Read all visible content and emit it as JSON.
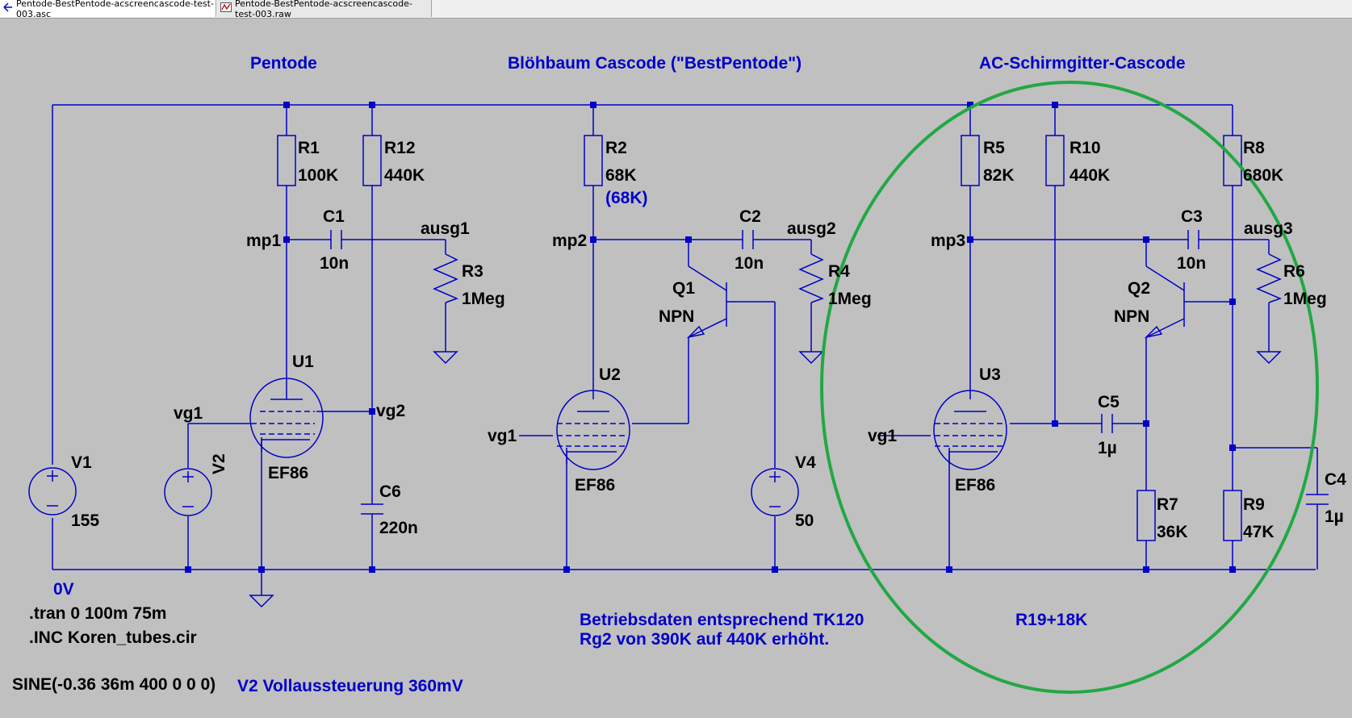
{
  "tabs": [
    {
      "label": "Pentode-BestPentode-acscreencascode-test-003.asc",
      "icon": "schematic-icon"
    },
    {
      "label": "Pentode-BestPentode-acscreencascode-test-003.raw",
      "icon": "waveform-icon"
    }
  ],
  "headings": {
    "pentode": "Pentode",
    "bloehbaum": "Blöhbaum Cascode (\"BestPentode\")",
    "acscreen": "AC-Schirmgitter-Cascode"
  },
  "components": {
    "R1": {
      "name": "R1",
      "value": "100K"
    },
    "R12": {
      "name": "R12",
      "value": "440K"
    },
    "R2": {
      "name": "R2",
      "value": "68K",
      "note": "(68K)"
    },
    "R5": {
      "name": "R5",
      "value": "82K"
    },
    "R10": {
      "name": "R10",
      "value": "440K"
    },
    "R8": {
      "name": "R8",
      "value": "680K"
    },
    "R3": {
      "name": "R3",
      "value": "1Meg"
    },
    "R4": {
      "name": "R4",
      "value": "1Meg"
    },
    "R6": {
      "name": "R6",
      "value": "1Meg"
    },
    "R7": {
      "name": "R7",
      "value": "36K"
    },
    "R9": {
      "name": "R9",
      "value": "47K"
    },
    "C1": {
      "name": "C1",
      "value": "10n"
    },
    "C2": {
      "name": "C2",
      "value": "10n"
    },
    "C3": {
      "name": "C3",
      "value": "10n"
    },
    "C4": {
      "name": "C4",
      "value": "1µ"
    },
    "C5": {
      "name": "C5",
      "value": "1µ"
    },
    "C6": {
      "name": "C6",
      "value": "220n"
    },
    "Q1": {
      "name": "Q1",
      "value": "NPN"
    },
    "Q2": {
      "name": "Q2",
      "value": "NPN"
    },
    "U1": {
      "name": "U1",
      "value": "EF86"
    },
    "U2": {
      "name": "U2",
      "value": "EF86"
    },
    "U3": {
      "name": "U3",
      "value": "EF86"
    },
    "V1": {
      "name": "V1",
      "value": "155"
    },
    "V2": {
      "name": "V2"
    },
    "V4": {
      "name": "V4",
      "value": "50"
    }
  },
  "nets": {
    "mp1": "mp1",
    "mp2": "mp2",
    "mp3": "mp3",
    "ausg1": "ausg1",
    "ausg2": "ausg2",
    "ausg3": "ausg3",
    "vg1": "vg1",
    "vg2": "vg2",
    "gnd": "0V"
  },
  "directives": {
    "tran": ".tran 0 100m 75m",
    "inc": ".INC Koren_tubes.cir",
    "sine": "SINE(-0.36 36m 400 0 0 0)"
  },
  "comments": {
    "v2": "V2 Vollaussteuerung 360mV",
    "betrieb1": "Betriebsdaten entsprechend  TK120",
    "betrieb2": "Rg2 von 390K auf 440K erhöht.",
    "r19": "R19+18K"
  },
  "colors": {
    "wire": "#0000c8",
    "background": "#c0c0c0",
    "highlight_ellipse": "#22a844",
    "heading": "#0000c8"
  }
}
